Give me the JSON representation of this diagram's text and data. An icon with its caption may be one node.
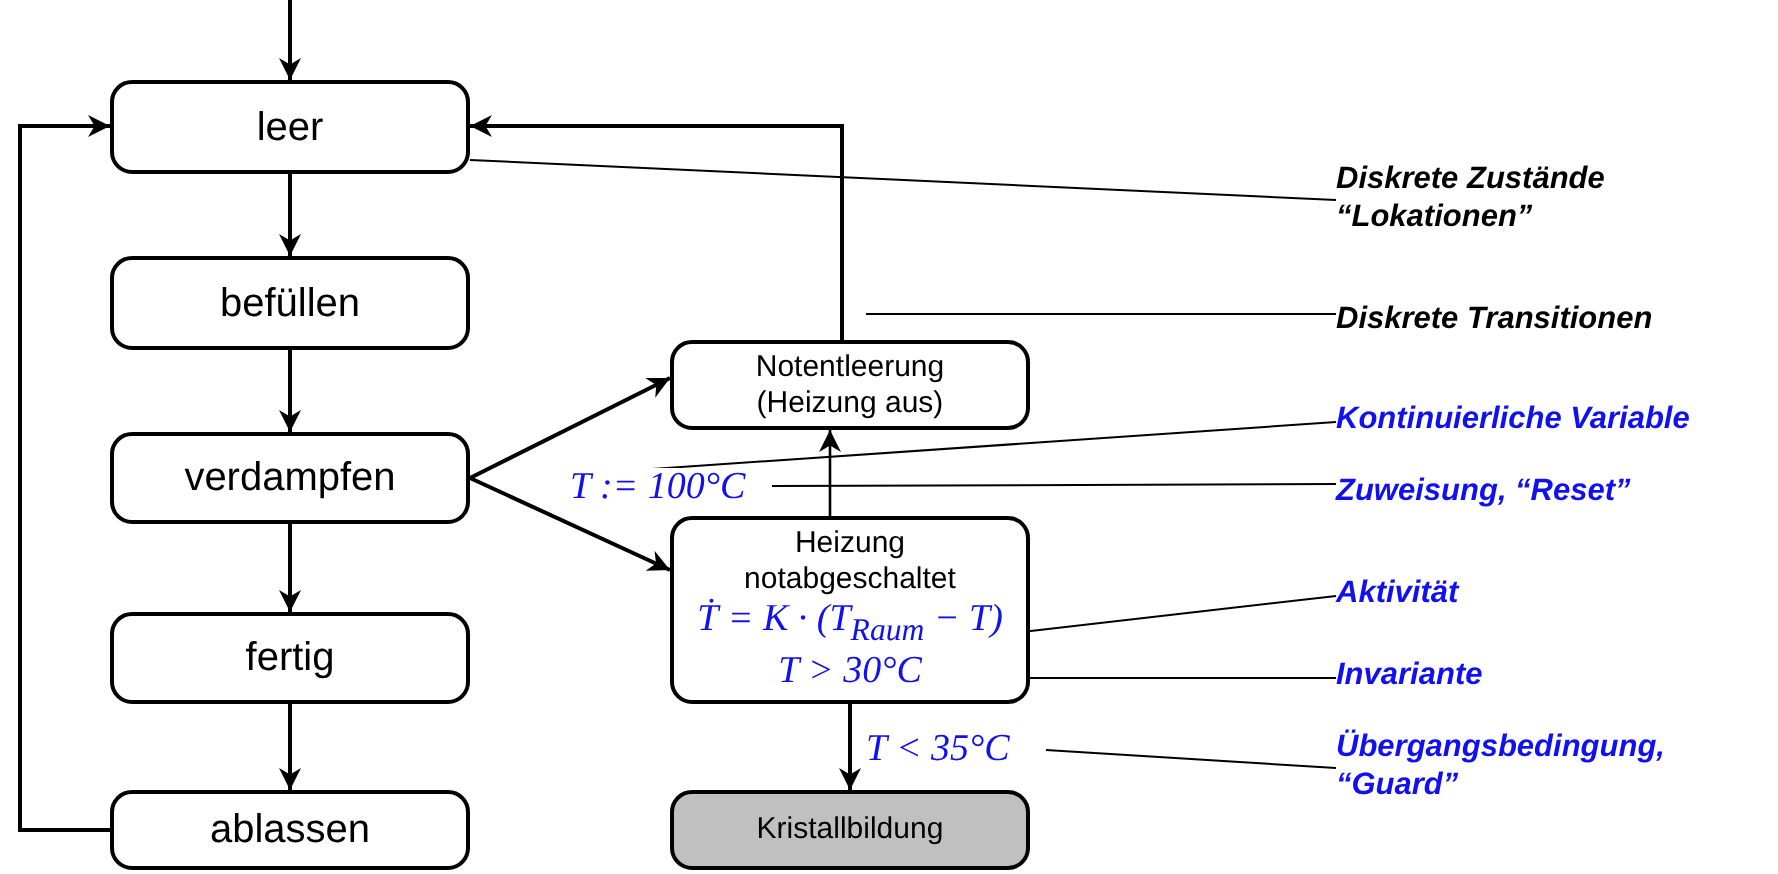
{
  "diagram": {
    "nodes": [
      {
        "text": [
          "leer"
        ]
      },
      {
        "text": [
          "befüllen"
        ]
      },
      {
        "text": [
          "verdampfen"
        ]
      },
      {
        "text": [
          "fertig"
        ]
      },
      {
        "text": [
          "ablassen"
        ]
      },
      {
        "text": [
          "Notentleerung (Heizung aus)"
        ]
      },
      {
        "text": [
          "Heizung notabgeschaltet",
          "Ṫ = K · (T$_{Raum}$ − T)",
          "T > 30°C"
        ]
      },
      {
        "text": [
          "Kristallbildung"
        ]
      },
      {
        "text": [
          "Diskrete Zustände “Lokationen”"
        ]
      },
      {
        "text": [
          "Diskrete Transitionen"
        ]
      },
      {
        "text": [
          "Kontinuierliche Variable"
        ]
      },
      {
        "text": [
          "Zuweisung, “Reset”"
        ]
      },
      {
        "text": [
          "Aktivität"
        ]
      },
      {
        "text": [
          "Invariante"
        ]
      },
      {
        "text": [
          "Übergangsbedingung, “Guard”"
        ]
      }
    ],
    "edges": [
      {
        "from": null,
        "to": 0,
        "arrow": "to"
      },
      {
        "from": 0,
        "to": 1,
        "arrow": "to"
      },
      {
        "from": 1,
        "to": 2,
        "arrow": "to"
      },
      {
        "from": 2,
        "to": 3,
        "arrow": "to"
      },
      {
        "from": 3,
        "to": 4,
        "arrow": "to"
      },
      {
        "from": 4,
        "to": 0,
        "arrow": "to"
      },
      {
        "from": 2,
        "to": 5,
        "arrow": "to"
      },
      {
        "from": 2,
        "to": 6,
        "arrow": "to",
        "label": "T := 100°C"
      },
      {
        "from": 6,
        "to": 5,
        "arrow": "to"
      },
      {
        "from": 5,
        "to": 0,
        "arrow": "to"
      },
      {
        "from": 6,
        "to": 7,
        "arrow": "to",
        "label": "T < 35°C"
      },
      {
        "from": 8,
        "to": 0,
        "arrow": "none"
      },
      {
        "from": 9,
        "to": null,
        "arrow": "none"
      },
      {
        "from": 10,
        "to": null,
        "arrow": "none"
      },
      {
        "from": 11,
        "to": null,
        "arrow": "none"
      },
      {
        "from": 12,
        "to": 6,
        "arrow": "none"
      },
      {
        "from": 13,
        "to": 6,
        "arrow": "none"
      },
      {
        "from": 14,
        "to": null,
        "arrow": "none"
      }
    ]
  }
}
